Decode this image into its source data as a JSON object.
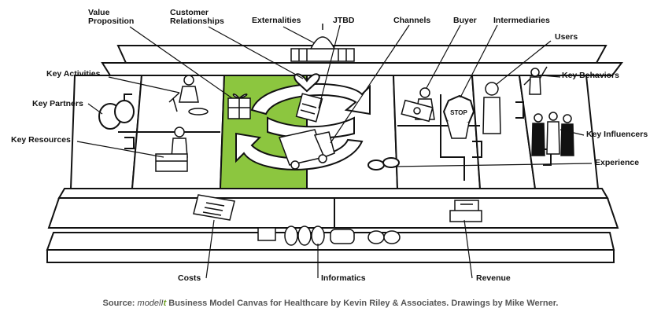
{
  "labels": {
    "value_proposition_1": "Value",
    "value_proposition_2": "Proposition",
    "customer_relationships_1": "Customer",
    "customer_relationships_2": "Relationships",
    "externalities": "Externalities",
    "jtbd": "JTBD",
    "channels": "Channels",
    "buyer": "Buyer",
    "intermediaries": "Intermediaries",
    "users": "Users",
    "key_behaviors": "Key Behaviors",
    "key_activities": "Key Activities",
    "key_partners": "Key Partners",
    "key_resources": "Key Resources",
    "key_influencers": "Key Influencers",
    "experience": "Experience",
    "costs": "Costs",
    "informatics": "Informatics",
    "revenue": "Revenue",
    "stop_sign": "STOP"
  },
  "source": {
    "prefix": "Source: ",
    "brand_part1": "modelI",
    "brand_part2": "t",
    "text": " Business Model Canvas for Healthcare by Kevin Riley & Associates. Drawings by Mike Werner."
  },
  "colors": {
    "value_proposition_fill": "#8cc63f",
    "line": "#111111",
    "brand_accent": "#6a9e1f"
  }
}
